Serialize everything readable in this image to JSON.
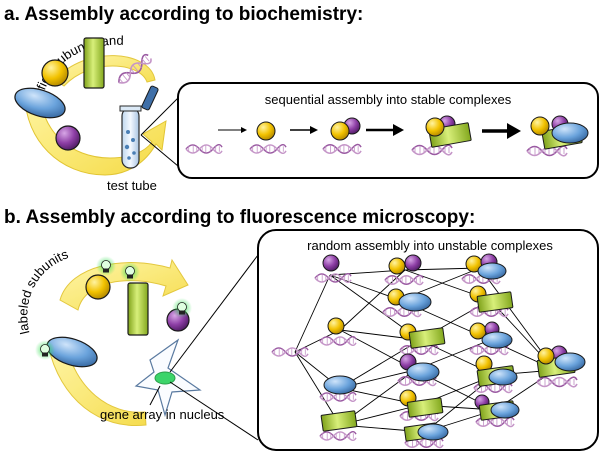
{
  "panel_a": {
    "title": "a. Assembly according to biochemistry:",
    "curved_label": "purified subunits and substrate",
    "tube_label": "test tube",
    "box_label": "sequential assembly into stable complexes"
  },
  "panel_b": {
    "title": "b. Assembly according to fluorescence microscopy:",
    "curved_label": "labeled subunits",
    "nucleus_label": "gene array in nucleus",
    "box_label": "random assembly into unstable complexes"
  },
  "colors": {
    "yellow_subunit": "#f2c200",
    "green_subunit": "#a6cc2f",
    "blue_subunit": "#6aa3dc",
    "purple_subunit": "#8e3fa6",
    "arrow_yellow": "#f7e45a",
    "dna": "#b07fb5",
    "glow": "#6ee07a"
  }
}
